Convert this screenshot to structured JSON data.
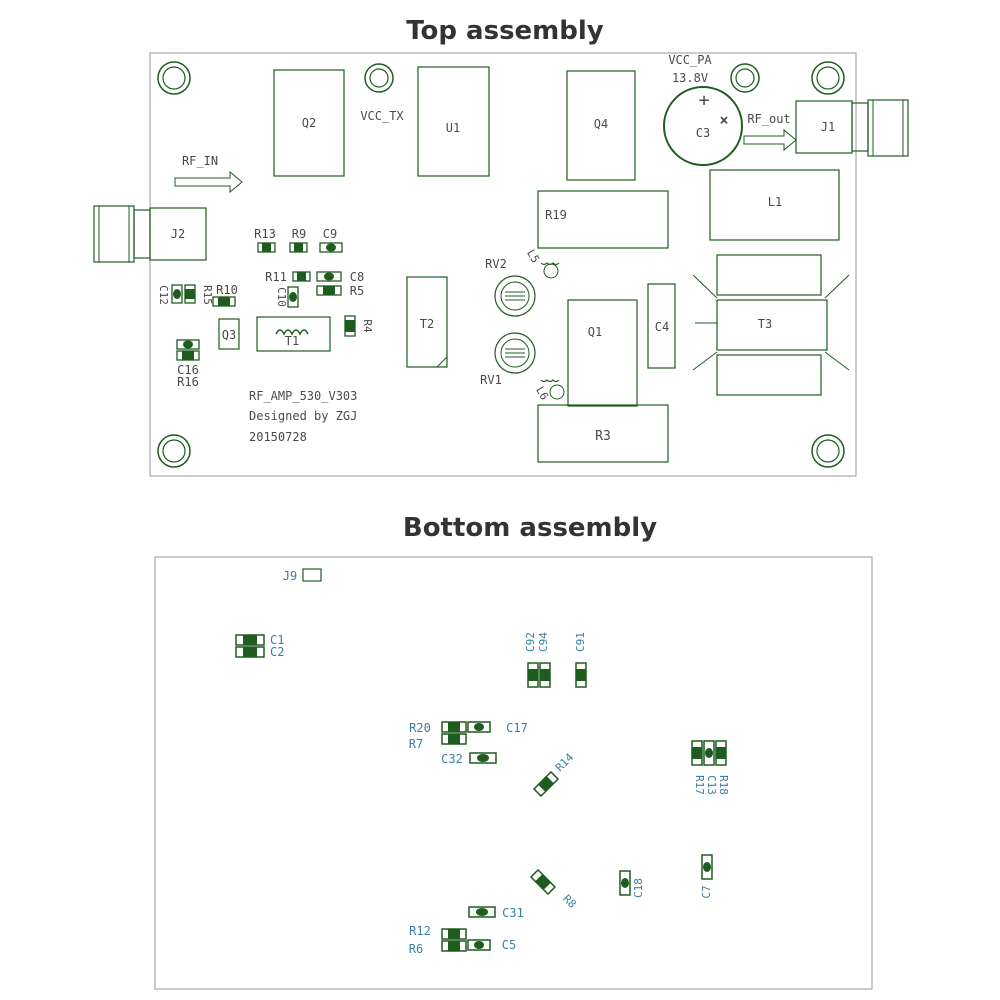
{
  "titles": {
    "top": "Top assembly",
    "bottom": "Bottom assembly"
  },
  "colors": {
    "board_outline": "#9a9a9a",
    "silk_green": "#1f5c1f",
    "top_text": "#4a4a4a",
    "bottom_text": "#3a7fa0"
  },
  "top": {
    "components": {
      "Q2": "Q2",
      "U1": "U1",
      "Q4": "Q4",
      "C3": "C3",
      "J1": "J1",
      "J2": "J2",
      "R19": "R19",
      "L1": "L1",
      "T3": "T3",
      "C4": "C4",
      "Q1": "Q1",
      "R3": "R3",
      "T2": "T2",
      "T1": "T1",
      "Q3": "Q3",
      "RV1": "RV1",
      "RV2": "RV2",
      "L5": "L5",
      "L6": "L6",
      "R13": "R13",
      "R9": "R9",
      "C9": "C9",
      "R11": "R11",
      "C8": "C8",
      "R5": "R5",
      "C10": "C10",
      "R4": "R4",
      "C12": "C12",
      "R15": "R15",
      "R10": "R10",
      "C16": "C16",
      "R16": "R16"
    },
    "signals": {
      "vcc_tx": "VCC_TX",
      "vcc_pa": "VCC_PA",
      "vcc_pa_voltage": "13.8V",
      "rf_in": "RF_IN",
      "rf_out": "RF_out"
    },
    "polarity": {
      "plus": "+",
      "cross": "×"
    },
    "board_info": {
      "name": "RF_AMP_530_V303",
      "designer": "Designed by ZGJ",
      "date": "20150728"
    }
  },
  "bottom": {
    "components": {
      "J9": "J9",
      "C1": "C1",
      "C2": "C2",
      "C92": "C92",
      "C94": "C94",
      "C91": "C91",
      "R20": "R20",
      "R7": "R7",
      "C17": "C17",
      "C32": "C32",
      "R14": "R14",
      "R18": "R18",
      "C13": "C13",
      "R17": "R17",
      "R8": "R8",
      "C18": "C18",
      "C7": "C7",
      "C31": "C31",
      "R12": "R12",
      "R6": "R6",
      "C5": "C5"
    }
  }
}
